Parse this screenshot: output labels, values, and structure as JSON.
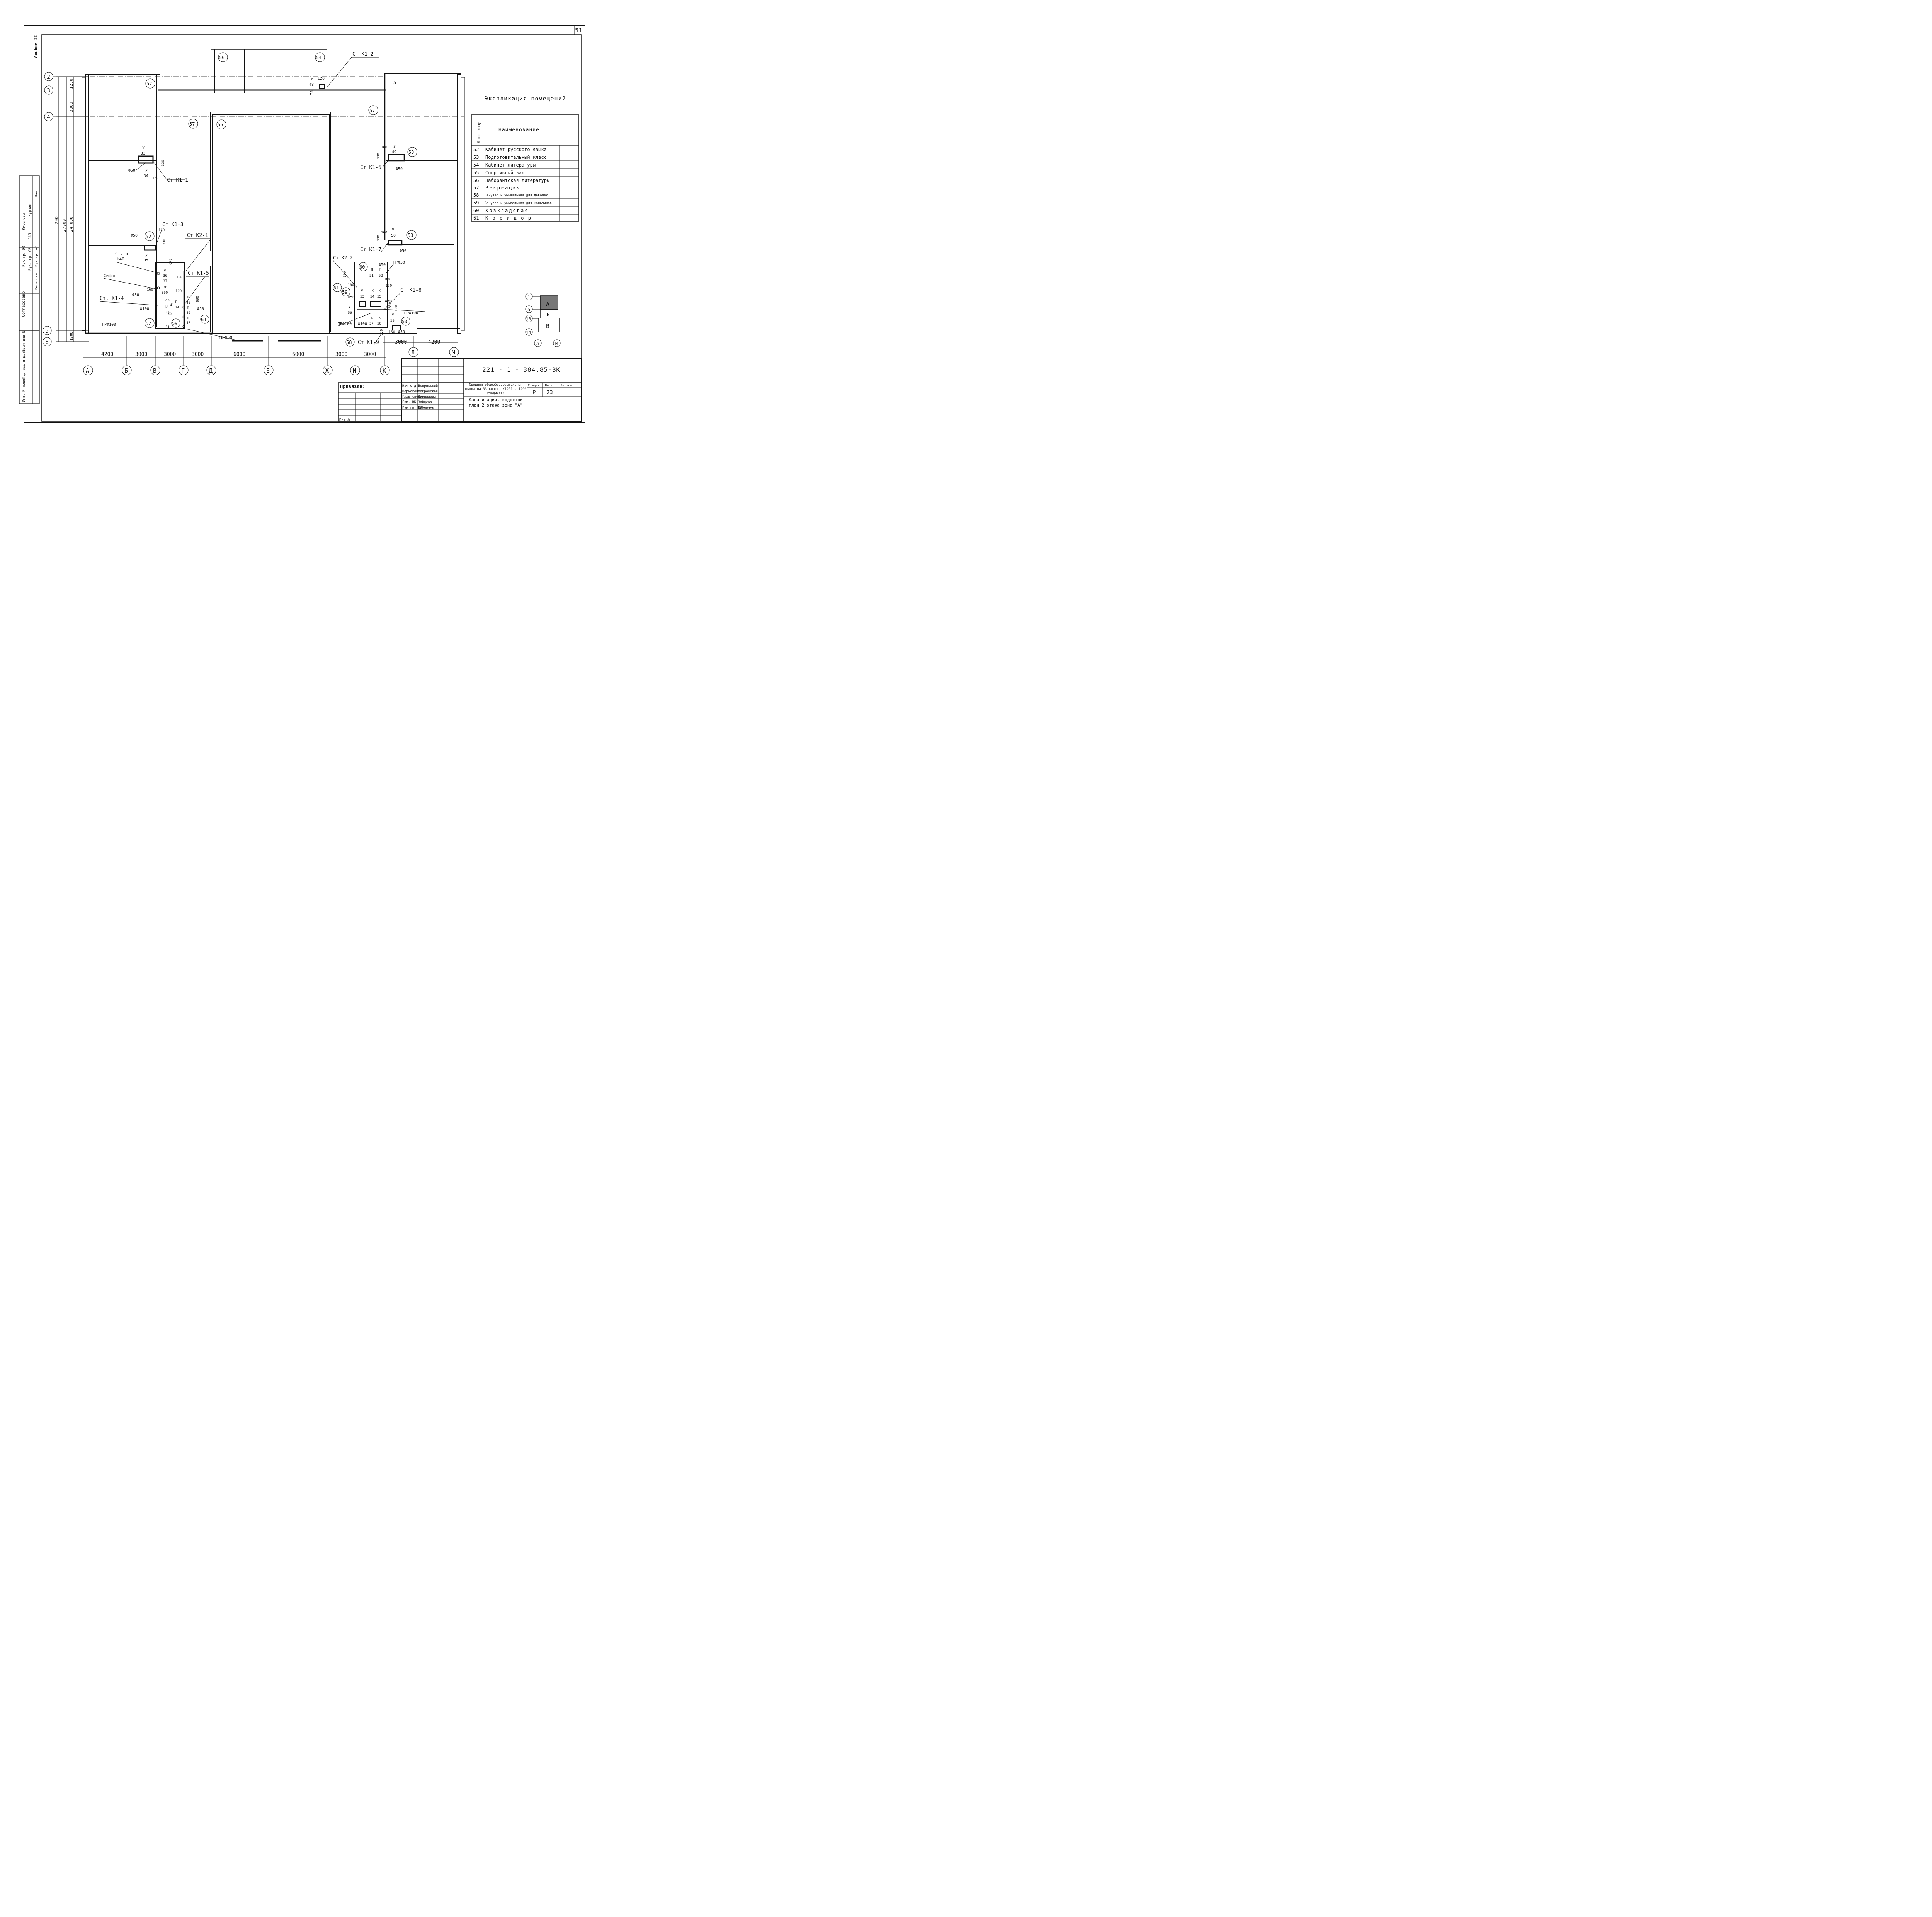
{
  "sheet_number": "51",
  "album": "Альбом II",
  "axes_letters": [
    "А",
    "Б",
    "В",
    "Г",
    "Д",
    "Е",
    "Ж",
    "И",
    "К",
    "Л",
    "М"
  ],
  "axes_numbers": [
    "2",
    "3",
    "4",
    "5",
    "6"
  ],
  "dims_bottom": [
    "4200",
    "3000",
    "3000",
    "3000",
    "6000",
    "6000",
    "3000",
    "3000",
    "3000",
    "4200"
  ],
  "dims_left": [
    "1200",
    "3000",
    "200",
    "27000",
    "24 000",
    "1200"
  ],
  "dim_right_top": "5",
  "rooms": [
    "52",
    "52",
    "52",
    "53",
    "53",
    "54",
    "55",
    "56",
    "57",
    "57",
    "58",
    "59",
    "59",
    "60",
    "61",
    "61"
  ],
  "risers": {
    "k1_1": "Ст К1-1",
    "k1_2": "Ст К1-2",
    "k1_3": "Ст К1-3",
    "k1_4": "Ст. К1-4",
    "k1_5": "Ст К1-5",
    "k1_6": "Ст К1-6",
    "k1_7": "Ст К1-7",
    "k1_8": "Ст К1-8",
    "k1_9": "Ст К1-9",
    "k2_1": "Ст К2-1",
    "k2_2": "Ст.К2-2",
    "st_tr": "Ст.тр",
    "sifon": "Сифон"
  },
  "pipes": {
    "f50": "Ф50",
    "f40": "Ф40",
    "f100": "Ф100",
    "prf100": "ПРФ100",
    "prf50": "ПРФ50"
  },
  "nodes": {
    "u33": "33",
    "u34": "34",
    "u35": "35",
    "u36": "36",
    "u37": "37",
    "u38": "38",
    "u48": "48",
    "u49": "49",
    "u50": "50",
    "u53": "53",
    "u54": "54",
    "u55": "55",
    "u56": "56",
    "u57": "57",
    "u58": "58",
    "u59": "59",
    "n39": "39",
    "n40": "40",
    "n41": "41",
    "n42": "42",
    "n43": "43",
    "n45": "45",
    "n46": "46",
    "n47": "47",
    "n51": "51",
    "n52": "52",
    "y": "У",
    "k": "К",
    "p": "П",
    "t": "Т"
  },
  "small_dims": {
    "d120": "120",
    "d75": "75",
    "d160": "160",
    "d330": "330",
    "d100": "100",
    "d670": "670",
    "d300": "300",
    "d150": "150",
    "d890": "890",
    "d830": "830"
  },
  "explication": {
    "title": "Экспликация помещений",
    "col_no": "№ по плану",
    "col_name": "Наименование",
    "rows": [
      {
        "no": "52",
        "name": "Кабинет русского языка"
      },
      {
        "no": "53",
        "name": "Подготовительный класс"
      },
      {
        "no": "54",
        "name": "Кабинет литературы"
      },
      {
        "no": "55",
        "name": "Спортивный  зал"
      },
      {
        "no": "56",
        "name": "Лаборантская литературы"
      },
      {
        "no": "57",
        "name": "Рекреация"
      },
      {
        "no": "58",
        "name": "Санузел и умывальная для девочек"
      },
      {
        "no": "59",
        "name": "Санузел и умывальная для мальчиков"
      },
      {
        "no": "60",
        "name": "Хозкладовая"
      },
      {
        "no": "61",
        "name": "К о р и д о р"
      }
    ]
  },
  "keyplan": {
    "zone_a": "А",
    "zone_b": "Б",
    "zone_v": "В",
    "axes": [
      "1",
      "5",
      "10",
      "14"
    ],
    "cols": [
      "А",
      "М"
    ]
  },
  "title_block": {
    "code": "221 - 1 - 384.85-ВК",
    "privyazan": "Привязан:",
    "inv": "Инв №",
    "roles": [
      "Нач отд.",
      "Нормоконт.",
      "Глав спец",
      "Гип. ВК",
      "Рук гр. ВК"
    ],
    "names": [
      "Веприкский",
      "Покровская",
      "Кириллова",
      "Зайцева",
      "Либерчук"
    ],
    "object": "Средняя общеобразовательная школа на 33 класса /1251 - 1296 учащихся/",
    "sheet_title": "Канализация, водосток план 2 этажа зона \"А\"",
    "stage_h": "Стадия",
    "list_h": "Лист",
    "lists_h": "Листов",
    "stage": "Р",
    "list": "23"
  },
  "approval": {
    "title": "Согласовано",
    "rows": [
      "Рук. гр. ОВ",
      "ГАП",
      "ГИП",
      "Рук гр. ЭО",
      "Гип",
      "Рук гр. АС"
    ],
    "names": [
      "Киселева",
      "Мурзин",
      "Шац",
      "Веселова",
      "Ланщиков",
      "Шишова"
    ]
  },
  "left_strip": [
    "Инв. N подл.",
    "Подпись и дата",
    "Взам инв N"
  ]
}
